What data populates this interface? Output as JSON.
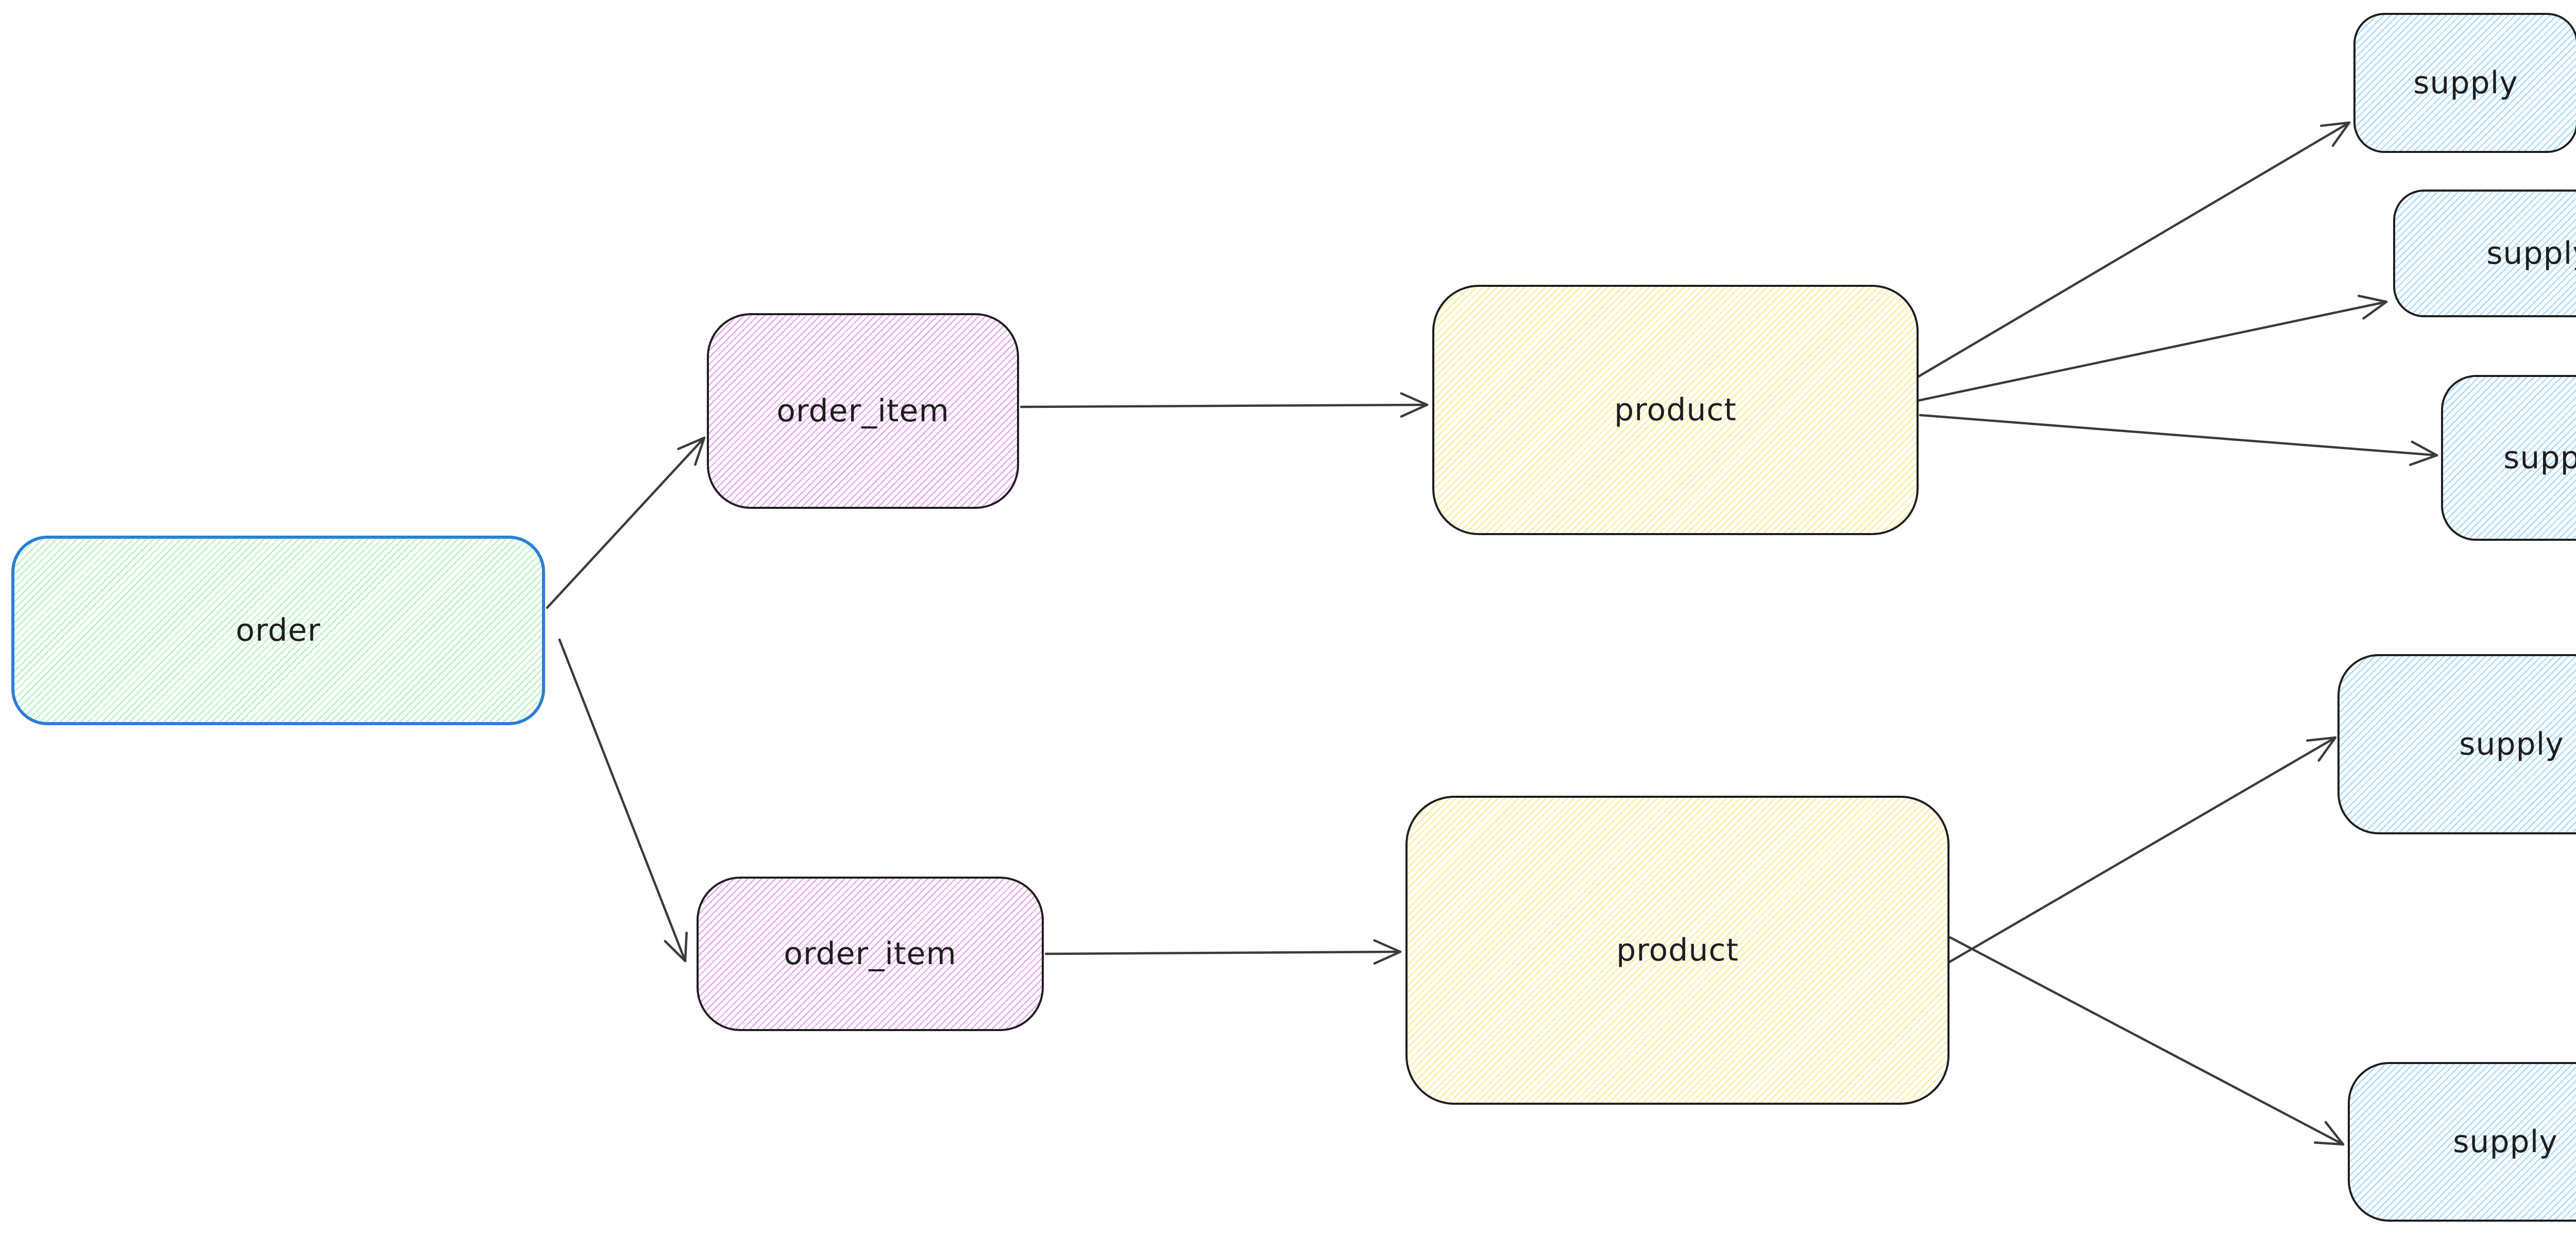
{
  "diagram": {
    "tool": "excalidraw-style-canvas",
    "nodes": [
      {
        "id": "order",
        "label": "order",
        "color": "green"
      },
      {
        "id": "order-item-1",
        "label": "order_item",
        "color": "violet"
      },
      {
        "id": "order-item-2",
        "label": "order_item",
        "color": "violet"
      },
      {
        "id": "product-1",
        "label": "product",
        "color": "yellow"
      },
      {
        "id": "product-2",
        "label": "product",
        "color": "yellow"
      },
      {
        "id": "supply-1",
        "label": "supply",
        "color": "blue"
      },
      {
        "id": "supply-2",
        "label": "supply",
        "color": "blue"
      },
      {
        "id": "supply-3",
        "label": "supply",
        "color": "blue"
      },
      {
        "id": "supply-4",
        "label": "supply",
        "color": "blue"
      },
      {
        "id": "supply-5",
        "label": "supply",
        "color": "blue"
      }
    ],
    "edges": [
      {
        "from": "order",
        "to": "order-item-1"
      },
      {
        "from": "order",
        "to": "order-item-2"
      },
      {
        "from": "order-item-1",
        "to": "product-1"
      },
      {
        "from": "order-item-2",
        "to": "product-2"
      },
      {
        "from": "product-1",
        "to": "supply-1"
      },
      {
        "from": "product-1",
        "to": "supply-2"
      },
      {
        "from": "product-1",
        "to": "supply-3"
      },
      {
        "from": "product-2",
        "to": "supply-4"
      },
      {
        "from": "product-2",
        "to": "supply-5"
      }
    ],
    "palette": {
      "canvas_bg": "#ffffff",
      "stroke_dark": "#1e1e1e",
      "arrow_stroke": "#3b3b3b",
      "order_stroke": "#2b7ed8",
      "fill_green": "#b2f2bb",
      "fill_violet": "#e8a2f3",
      "fill_yellow": "#ffeb99",
      "fill_blue": "#a5d8ff"
    }
  }
}
